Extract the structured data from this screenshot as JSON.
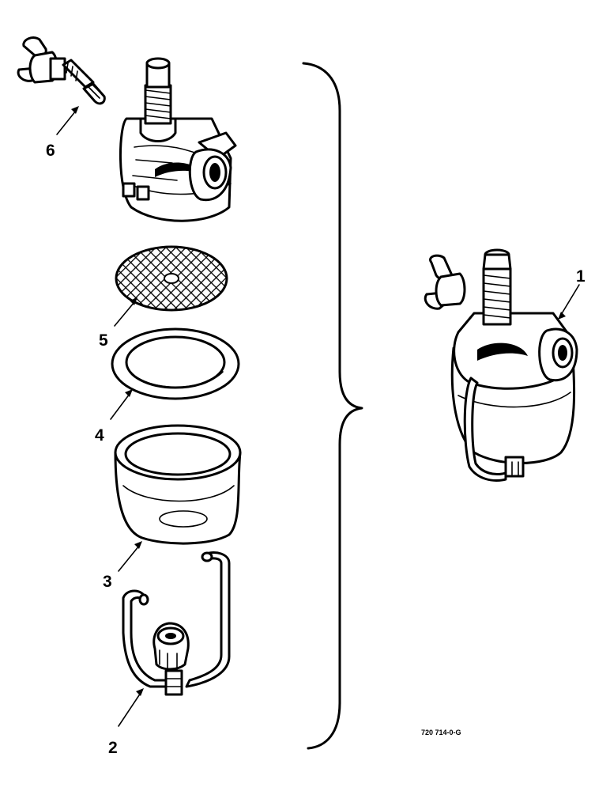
{
  "labels": {
    "part1": "1",
    "part2": "2",
    "part3": "3",
    "part4": "4",
    "part5": "5",
    "part6": "6"
  },
  "figure_number": "720 714-0-G"
}
